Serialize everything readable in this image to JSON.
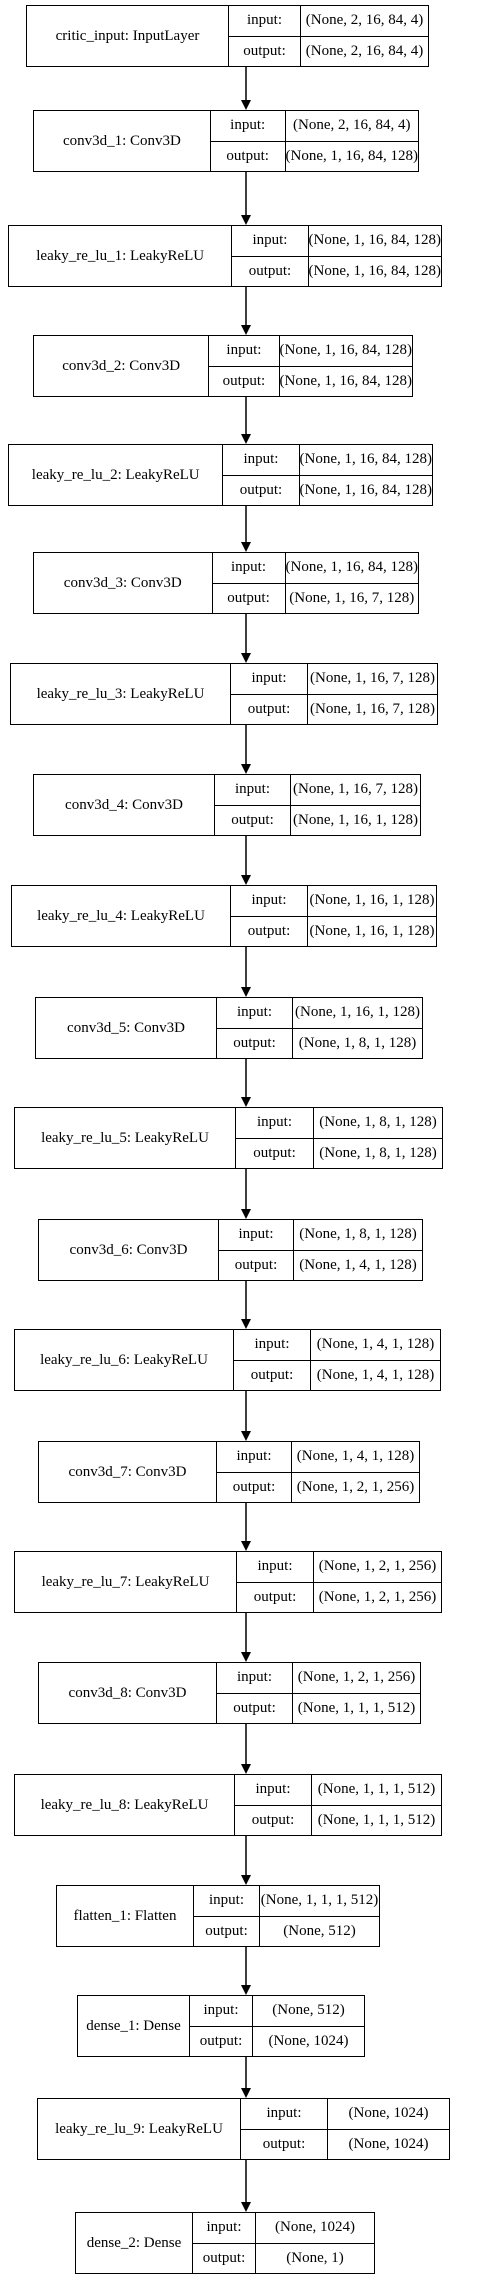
{
  "io_labels": {
    "input": "input:",
    "output": "output:"
  },
  "layers": [
    {
      "name": "critic_input: InputLayer",
      "input": "(None, 2, 16, 84, 4)",
      "output": "(None, 2, 16, 84, 4)"
    },
    {
      "name": "conv3d_1: Conv3D",
      "input": "(None, 2, 16, 84, 4)",
      "output": "(None, 1, 16, 84, 128)"
    },
    {
      "name": "leaky_re_lu_1: LeakyReLU",
      "input": "(None, 1, 16, 84, 128)",
      "output": "(None, 1, 16, 84, 128)"
    },
    {
      "name": "conv3d_2: Conv3D",
      "input": "(None, 1, 16, 84, 128)",
      "output": "(None, 1, 16, 84, 128)"
    },
    {
      "name": "leaky_re_lu_2: LeakyReLU",
      "input": "(None, 1, 16, 84, 128)",
      "output": "(None, 1, 16, 84, 128)"
    },
    {
      "name": "conv3d_3: Conv3D",
      "input": "(None, 1, 16, 84, 128)",
      "output": "(None, 1, 16, 7, 128)"
    },
    {
      "name": "leaky_re_lu_3: LeakyReLU",
      "input": "(None, 1, 16, 7, 128)",
      "output": "(None, 1, 16, 7, 128)"
    },
    {
      "name": "conv3d_4: Conv3D",
      "input": "(None, 1, 16, 7, 128)",
      "output": "(None, 1, 16, 1, 128)"
    },
    {
      "name": "leaky_re_lu_4: LeakyReLU",
      "input": "(None, 1, 16, 1, 128)",
      "output": "(None, 1, 16, 1, 128)"
    },
    {
      "name": "conv3d_5: Conv3D",
      "input": "(None, 1, 16, 1, 128)",
      "output": "(None, 1, 8, 1, 128)"
    },
    {
      "name": "leaky_re_lu_5: LeakyReLU",
      "input": "(None, 1, 8, 1, 128)",
      "output": "(None, 1, 8, 1, 128)"
    },
    {
      "name": "conv3d_6: Conv3D",
      "input": "(None, 1, 8, 1, 128)",
      "output": "(None, 1, 4, 1, 128)"
    },
    {
      "name": "leaky_re_lu_6: LeakyReLU",
      "input": "(None, 1, 4, 1, 128)",
      "output": "(None, 1, 4, 1, 128)"
    },
    {
      "name": "conv3d_7: Conv3D",
      "input": "(None, 1, 4, 1, 128)",
      "output": "(None, 1, 2, 1, 256)"
    },
    {
      "name": "leaky_re_lu_7: LeakyReLU",
      "input": "(None, 1, 2, 1, 256)",
      "output": "(None, 1, 2, 1, 256)"
    },
    {
      "name": "conv3d_8: Conv3D",
      "input": "(None, 1, 2, 1, 256)",
      "output": "(None, 1, 1, 1, 512)"
    },
    {
      "name": "leaky_re_lu_8: LeakyReLU",
      "input": "(None, 1, 1, 1, 512)",
      "output": "(None, 1, 1, 1, 512)"
    },
    {
      "name": "flatten_1: Flatten",
      "input": "(None, 1, 1, 1, 512)",
      "output": "(None, 512)"
    },
    {
      "name": "dense_1: Dense",
      "input": "(None, 512)",
      "output": "(None, 1024)"
    },
    {
      "name": "leaky_re_lu_9: LeakyReLU",
      "input": "(None, 1024)",
      "output": "(None, 1024)"
    },
    {
      "name": "dense_2: Dense",
      "input": "(None, 1024)",
      "output": "(None, 1)"
    }
  ]
}
